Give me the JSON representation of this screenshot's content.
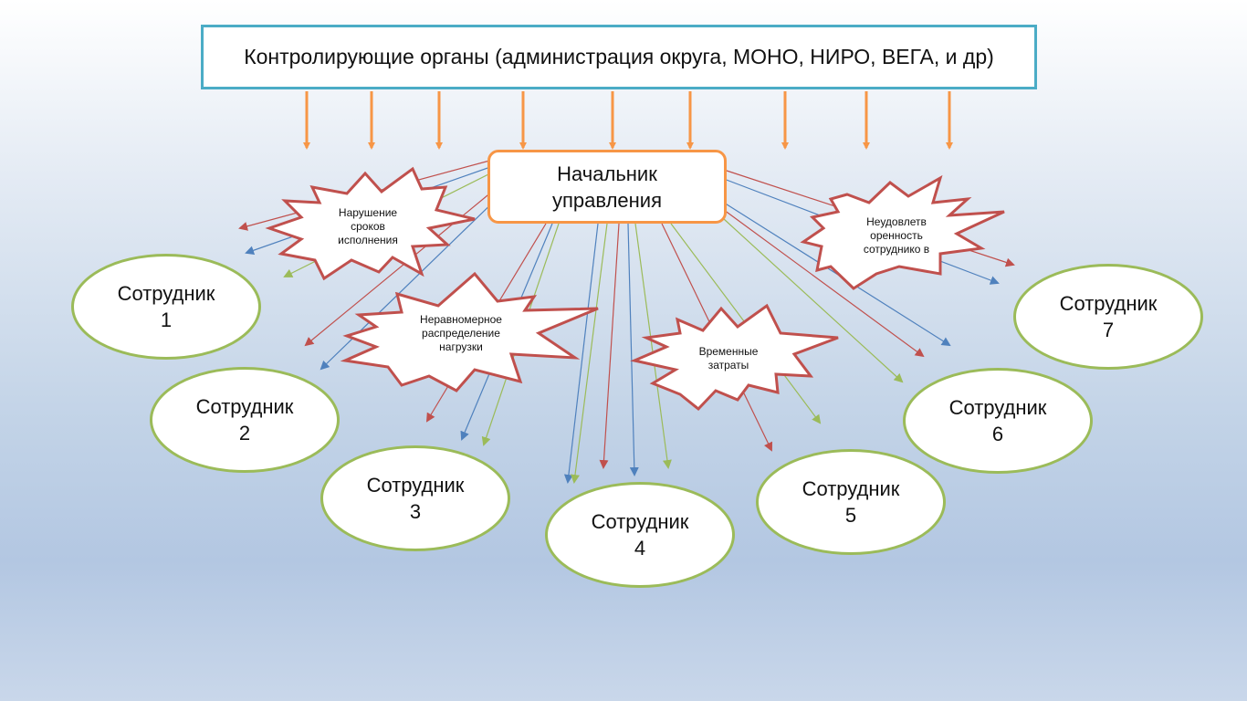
{
  "top_box": {
    "text": "Контролирующие органы (администрация округа, МОНО, НИРО, ВЕГА, и др)"
  },
  "head": {
    "text": "Начальник управления"
  },
  "problems": [
    {
      "id": "deadlines",
      "text": "Нарушение сроков исполнения"
    },
    {
      "id": "uneven-load",
      "text": "Неравномерное распределение нагрузки"
    },
    {
      "id": "time-costs",
      "text": "Временные затраты"
    },
    {
      "id": "dissatisfaction",
      "text": "Неудовлетв оренность сотруднико в"
    }
  ],
  "employees": [
    {
      "label": "Сотрудник",
      "num": "1"
    },
    {
      "label": "Сотрудник",
      "num": "2"
    },
    {
      "label": "Сотрудник",
      "num": "3"
    },
    {
      "label": "Сотрудник",
      "num": "4"
    },
    {
      "label": "Сотрудник",
      "num": "5"
    },
    {
      "label": "Сотрудник",
      "num": "6"
    },
    {
      "label": "Сотрудник",
      "num": "7"
    }
  ],
  "colors": {
    "control_border": "#4bacc6",
    "head_border": "#f79646",
    "employee_border": "#9bbb59",
    "burst_stroke": "#c0504d",
    "arrow_orange": "#f79646",
    "arrow_red": "#c0504d",
    "arrow_blue": "#4f81bd",
    "arrow_green": "#9bbb59"
  }
}
